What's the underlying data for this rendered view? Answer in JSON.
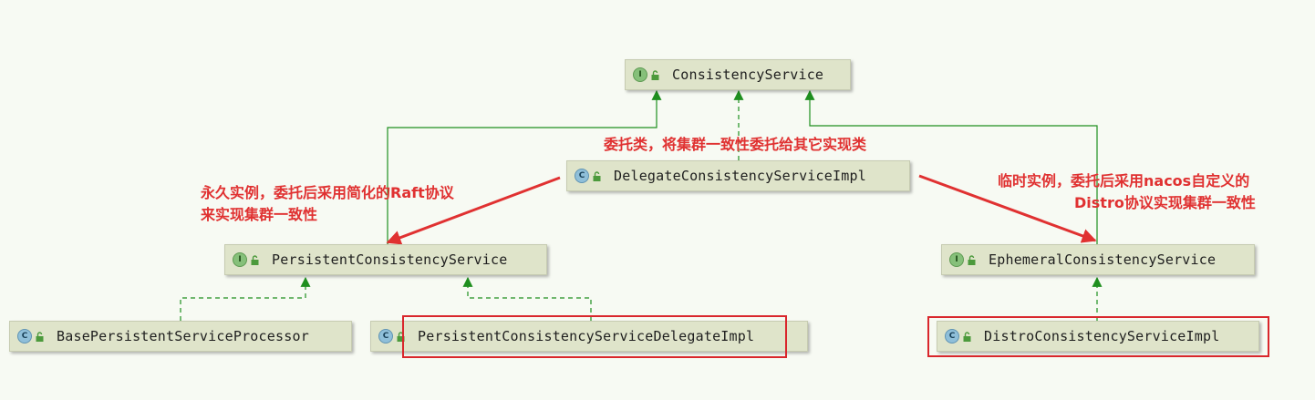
{
  "nodes": {
    "consistency_service": {
      "badge": "I",
      "name": "ConsistencyService"
    },
    "delegate_impl": {
      "badge": "C",
      "name": "DelegateConsistencyServiceImpl"
    },
    "persistent_service": {
      "badge": "I",
      "name": "PersistentConsistencyService"
    },
    "ephemeral_service": {
      "badge": "I",
      "name": "EphemeralConsistencyService"
    },
    "base_processor": {
      "badge": "C",
      "name": "BasePersistentServiceProcessor"
    },
    "persistent_delegate_impl": {
      "badge": "C",
      "name": "PersistentConsistencyServiceDelegateImpl"
    },
    "distro_impl": {
      "badge": "C",
      "name": "DistroConsistencyServiceImpl"
    }
  },
  "annotations": {
    "delegate_note": "委托类，将集群一致性委托给其它实现类",
    "persistent_note_line1": "永久实例，委托后采用简化的Raft协议",
    "persistent_note_line2": "来实现集群一致性",
    "ephemeral_note_line1": "临时实例，委托后采用nacos自定义的",
    "ephemeral_note_line2": "Distro协议实现集群一致性"
  },
  "colors": {
    "inheritance_line": "#1f8f1f",
    "annotation": "#e03131",
    "highlight_box": "#d9262c",
    "node_fill": "#dfe4ca",
    "background": "#f7faf3"
  },
  "icons": {
    "visibility": "lock-icon"
  }
}
